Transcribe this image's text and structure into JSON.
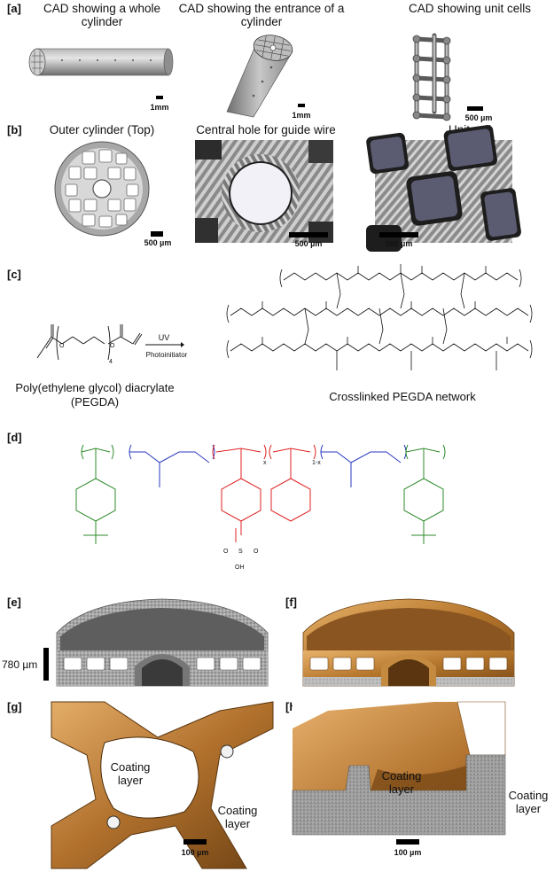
{
  "panels": {
    "a": {
      "label": "[a]",
      "cap1": "CAD showing a whole cylinder",
      "cap2": "CAD showing the entrance of a cylinder",
      "cap3": "CAD showing unit cells",
      "scale1": "1mm",
      "scale2": "1mm",
      "scale3": "500 µm"
    },
    "b": {
      "label": "[b]",
      "cap1": "Outer cylinder (Top)",
      "cap2": "Central hole for guide wire",
      "cap3": "Unit cell",
      "scale1": "500 µm",
      "scale2": "500 µm",
      "scale3": "500 µm"
    },
    "c": {
      "label": "[c]",
      "monomer_name": "Poly(ethylene glycol) diacrylate",
      "monomer_abbr": "(PEGDA)",
      "arrow_top": "UV",
      "arrow_bottom": "Photoinitiator",
      "subscript": "4",
      "network_caption": "Crosslinked PEGDA network"
    },
    "d": {
      "label": "[d]",
      "sub_x": "x",
      "sub_1x": "1-x",
      "so3h_s": "S",
      "so3h_o_top": "O",
      "so3h_o_bottom": "O",
      "so3h_oh": "OH"
    },
    "e": {
      "label": "[e]",
      "scale": "780 µm"
    },
    "f": {
      "label": "[f]"
    },
    "g": {
      "label": "[g]",
      "coating1": "Coating layer",
      "coating2": "Coating layer",
      "scale": "100 µm"
    },
    "h": {
      "label": "[h]",
      "coating1": "Coating layer",
      "coating2": "Coating layer",
      "scale": "100 µm"
    }
  },
  "colors": {
    "styrene_green": "#2f8a2a",
    "isoprene_blue": "#2a3ac0",
    "sulfonated_red": "#e02020",
    "cad_gray": "#9a9a9a",
    "copper": "#c98a3c"
  }
}
